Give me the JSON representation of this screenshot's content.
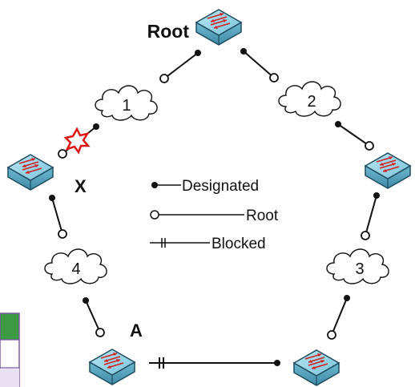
{
  "labels": {
    "root": "Root",
    "x": "X",
    "a": "A"
  },
  "segments": [
    "1",
    "2",
    "3",
    "4"
  ],
  "legend": {
    "designated": "Designated",
    "root": "Root",
    "blocked": "Blocked"
  },
  "colors": {
    "switch_top": "#8fd3e6",
    "switch_side": "#5aa9c4",
    "arrow": "#d32020",
    "failure_burst": "#e01414",
    "table_header": "#3c9a45",
    "table_border": "#7a5aa8"
  },
  "icons": [
    "switch-icon",
    "cloud-icon",
    "failure-burst-icon"
  ]
}
